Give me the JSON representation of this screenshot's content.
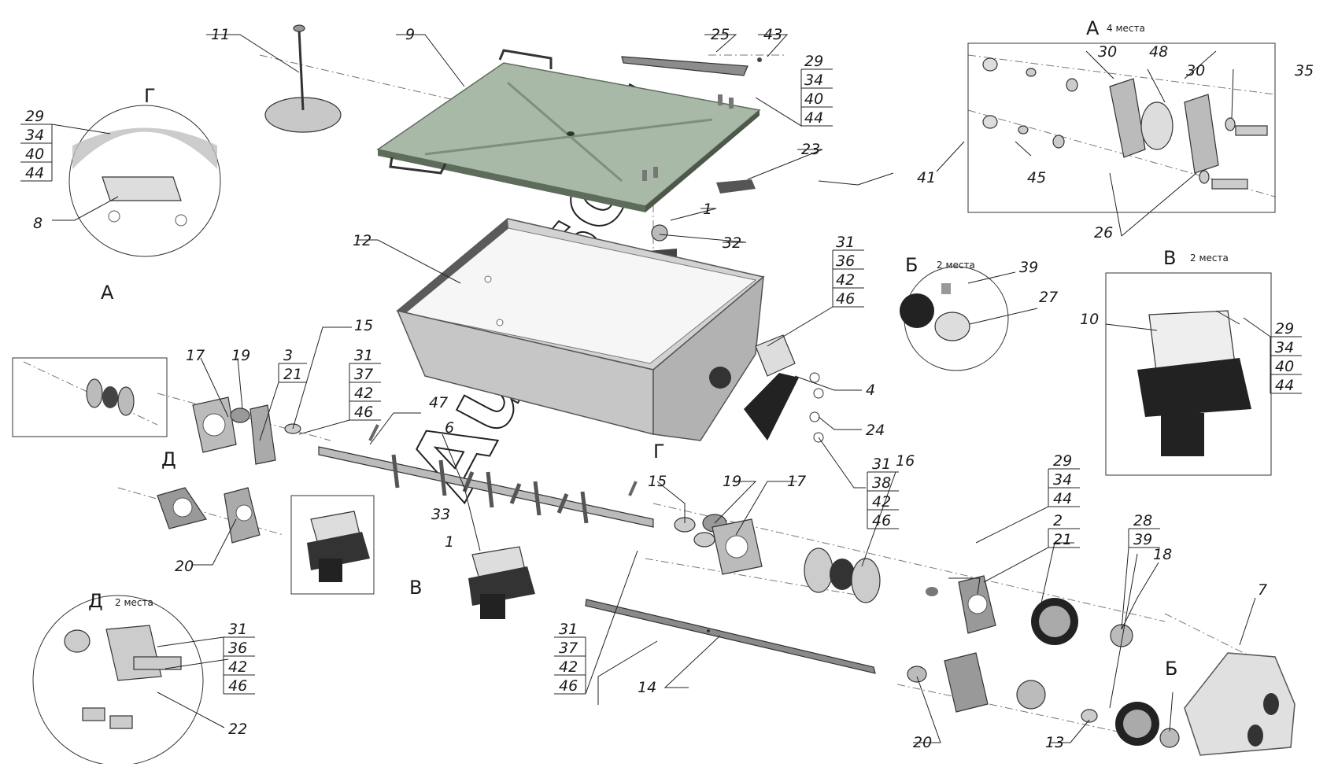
{
  "watermark": "Autosoft",
  "colors": {
    "lid": "#a9b9a7",
    "lid_edge": "#5e6c5c",
    "hopper": "#cfcfcf",
    "hopper_dark": "#8e8e8e",
    "metal": "#bdbdbd",
    "dark_part": "#262626",
    "line": "#222222"
  },
  "views": {
    "A_main": {
      "letter": "А",
      "note": "4 места"
    },
    "A_inset": {
      "letter": "А"
    },
    "G_circle": {
      "letter": "Г"
    },
    "G_main": {
      "letter": "Г"
    },
    "B_cyr": {
      "letter": "Б",
      "note": "2 места"
    },
    "B_cyr_small": {
      "letter": "Б"
    },
    "V_box": {
      "letter": "В",
      "note": "2 места"
    },
    "V_main": {
      "letter": "В"
    },
    "D_circle": {
      "letter": "Д",
      "note": "2 места"
    },
    "D_main": {
      "letter": "Д"
    }
  },
  "callouts": {
    "c1": "1",
    "c1b": "1",
    "c2": "2",
    "c3": "3",
    "c4": "4",
    "c6": "6",
    "c7": "7",
    "c8": "8",
    "c9": "9",
    "c10": "10",
    "c11": "11",
    "c12": "12",
    "c13": "13",
    "c14": "14",
    "c15a": "15",
    "c15b": "15",
    "c16": "16",
    "c17a": "17",
    "c17b": "17",
    "c18": "18",
    "c19a": "19",
    "c19b": "19",
    "c20a": "20",
    "c20b": "20",
    "c22": "22",
    "c23": "23",
    "c24": "24",
    "c25": "25",
    "c26": "26",
    "c27": "27",
    "c30a": "30",
    "c30b": "30",
    "c32": "32",
    "c33": "33",
    "c35": "35",
    "c39": "39",
    "c41": "41",
    "c43": "43",
    "c45": "45",
    "c47": "47",
    "c48": "48"
  },
  "stacks": {
    "s_lid_screws": [
      "29",
      "34",
      "40",
      "44"
    ],
    "s_g_circle": [
      "29",
      "34",
      "40",
      "44"
    ],
    "s_hopper_side": [
      "31",
      "36",
      "42",
      "46"
    ],
    "s_v_box": [
      "29",
      "34",
      "40",
      "44"
    ],
    "s_left_bearing": [
      "31",
      "37",
      "42",
      "46"
    ],
    "s_side_plate": [
      "3",
      "21"
    ],
    "s_bracket_31_38": [
      "31",
      "38",
      "42",
      "46"
    ],
    "s_right_screws": [
      "29",
      "34",
      "44"
    ],
    "s_bracket_2": [
      "2",
      "21"
    ],
    "s_sprocket": [
      "28",
      "39"
    ],
    "s_shaft_bolt": [
      "31",
      "37",
      "42",
      "46"
    ],
    "s_d_circle": [
      "31",
      "36",
      "42",
      "46"
    ]
  }
}
